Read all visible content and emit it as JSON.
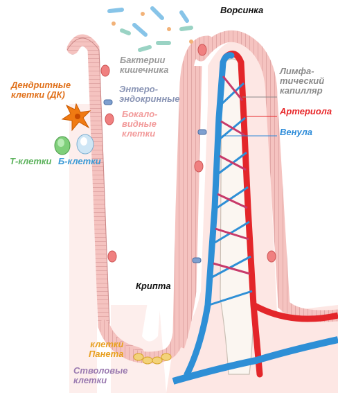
{
  "labels": {
    "villus": "Ворсинка",
    "bacteria": "Бактерии\nкишечника",
    "dendritic": "Дендритные\nклетки (ДК)",
    "entero": "Энтеро-\nэндокринные",
    "goblet": "Бокало-\nвидные\nклетки",
    "tcells": "Т-клетки",
    "bcells": "Б-клетки",
    "lymph": "Лимфа-\nтический\nкапилляр",
    "arteriole": "Артериола",
    "venule": "Венула",
    "crypt": "Крипта",
    "paneth": "клетки\nПанета",
    "stem": "Стволовые\nклетки"
  },
  "colors": {
    "villus_label": "#111111",
    "bacteria_label": "#9a9a9a",
    "dendritic_label": "#e0701a",
    "entero_label": "#8a95b5",
    "goblet_label": "#f29a9a",
    "tcells_label": "#5cb25c",
    "bcells_label": "#3a9ad6",
    "lymph_label": "#8a8a8a",
    "arteriole_label": "#e8272a",
    "venule_label": "#2a8ad8",
    "crypt_label": "#111111",
    "paneth_label": "#e8a020",
    "stem_label": "#9a7ab0",
    "epithelium": "#f2b8b4",
    "cell_outline": "#c77e7e",
    "tissue": "#fde9e7",
    "artery": "#e3262a",
    "vein": "#2e8fd6",
    "goblet_cell": "#f08080",
    "dendritic_cell": "#f07a12"
  }
}
